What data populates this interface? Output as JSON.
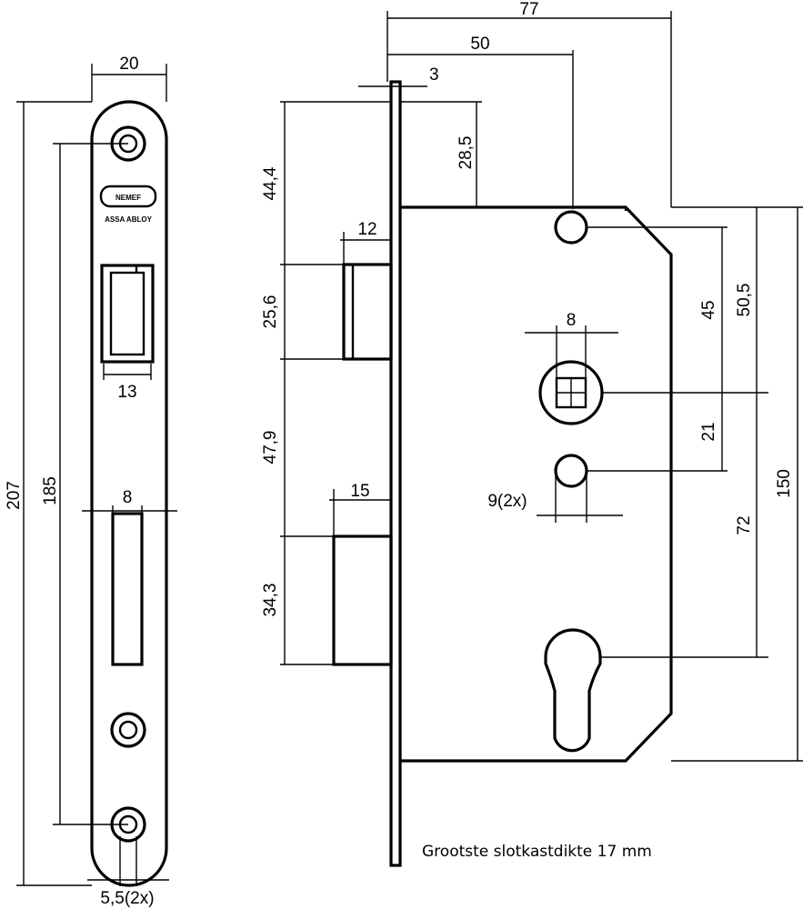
{
  "faceplate": {
    "width": "20",
    "length": "207",
    "screw_spacing": "185",
    "latch_width": "13",
    "bolt_width": "8",
    "screw_hole": "5,5(2x)",
    "brand": "NEMEF",
    "brand_sub": "ASSA ABLOY"
  },
  "side": {
    "overall_depth": "77",
    "backset": "50",
    "plate_thickness": "3",
    "top_offset": "28,5",
    "latch_depth": "12",
    "bolt_depth": "15",
    "dim_44_4": "44,4",
    "dim_25_6": "25,6",
    "dim_47_9": "47,9",
    "dim_34_3": "34,3",
    "spindle": "8",
    "dim_45": "45",
    "dim_50_5": "50,5",
    "dim_21": "21",
    "dim_72": "72",
    "height": "150",
    "hole_size": "9(2x)"
  },
  "note": "Grootste slotkastdikte 17 mm"
}
